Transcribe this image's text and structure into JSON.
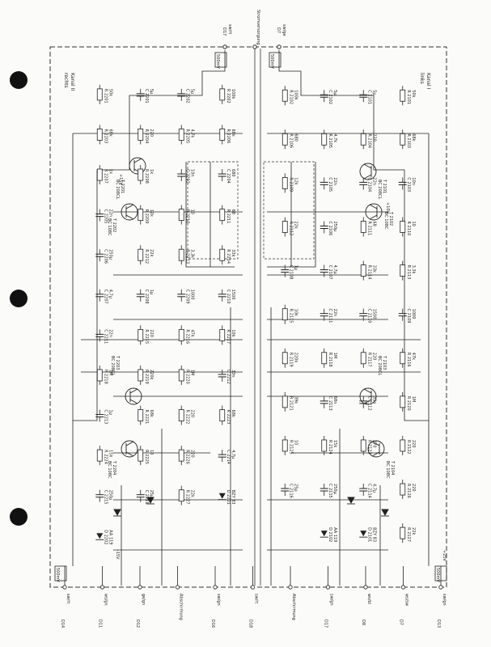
{
  "colors": {
    "ink": "#222222",
    "paper": "#fbfbf9",
    "hole": "#111111"
  },
  "channels": {
    "right": {
      "title": "Kanal II",
      "subtitle": "rechts"
    },
    "left": {
      "title": "Kanal I",
      "subtitle": "links"
    }
  },
  "top_terminals": [
    {
      "label": "sw/rt",
      "ref": "D17"
    },
    {
      "label": "Stromversorgung",
      "ref": ""
    },
    {
      "label": "sw/ge",
      "ref": "D7"
    }
  ],
  "bottom_terminals": [
    {
      "label": "sw/rt",
      "ref": "D14"
    },
    {
      "label": "ws/gn",
      "ref": "D11"
    },
    {
      "label": "ge/gn",
      "ref": "D12"
    },
    {
      "label": "Abschirmung",
      "ref": ""
    },
    {
      "label": "sw/gn",
      "ref": "D16"
    },
    {
      "label": "sw/rt",
      "ref": "D18"
    },
    {
      "label": "Abschirmung",
      "ref": ""
    },
    {
      "label": "sw/gn",
      "ref": "D17"
    },
    {
      "label": "ws/bl",
      "ref": "D8"
    },
    {
      "label": "ws/sw",
      "ref": "D7"
    },
    {
      "label": "sw/gn",
      "ref": "D13"
    }
  ],
  "supply": [
    "+25V",
    "+15V",
    "+10V",
    "-15V"
  ],
  "transistors": [
    {
      "ref": "T 2201",
      "type": "BC 208CL"
    },
    {
      "ref": "T 2202",
      "type": "BC 108C"
    },
    {
      "ref": "T 2203",
      "type": "BC 208CL"
    },
    {
      "ref": "T 2204",
      "type": "BC 108C"
    },
    {
      "ref": "T 2101",
      "type": "BC 208CL"
    },
    {
      "ref": "T 2102",
      "type": "BC 108C"
    },
    {
      "ref": "T 2103",
      "type": "BC 208CL"
    },
    {
      "ref": "T 2104",
      "type": "BC 108C"
    }
  ],
  "components": [
    {
      "ref": "R 2201",
      "value": "50k"
    },
    {
      "ref": "C 2201",
      "value": "5µ"
    },
    {
      "ref": "C 2202",
      "value": "5µ"
    },
    {
      "ref": "R 2202",
      "value": "100k"
    },
    {
      "ref": "R 2203",
      "value": "68k"
    },
    {
      "ref": "R 2204",
      "value": "220"
    },
    {
      "ref": "R 2205",
      "value": "4,7k"
    },
    {
      "ref": "R 2206",
      "value": "68k"
    },
    {
      "ref": "R 2207",
      "value": "1k"
    },
    {
      "ref": "R 2208",
      "value": "1k"
    },
    {
      "ref": "C 2203",
      "value": "10n"
    },
    {
      "ref": "C 2204",
      "value": "680"
    },
    {
      "ref": "C 2205",
      "value": "22n"
    },
    {
      "ref": "R 2209",
      "value": "12k"
    },
    {
      "ref": "R 2210",
      "value": "10"
    },
    {
      "ref": "R 2211",
      "value": "68"
    },
    {
      "ref": "C 2206",
      "value": "250µ"
    },
    {
      "ref": "R 2212",
      "value": "22k"
    },
    {
      "ref": "R 2213",
      "value": "3,3k"
    },
    {
      "ref": "R 2214",
      "value": "33k"
    },
    {
      "ref": "C 2207",
      "value": "4,7µ"
    },
    {
      "ref": "C 2208",
      "value": "1µ"
    },
    {
      "ref": "C 2209",
      "value": "1000"
    },
    {
      "ref": "C 2210",
      "value": "1500"
    },
    {
      "ref": "C 2211",
      "value": "22n"
    },
    {
      "ref": "R 2215",
      "value": "220"
    },
    {
      "ref": "R 2216",
      "value": "47k"
    },
    {
      "ref": "R 2217",
      "value": "10k"
    },
    {
      "ref": "R 2218",
      "value": "1M"
    },
    {
      "ref": "R 2219",
      "value": "220k"
    },
    {
      "ref": "R 2220",
      "value": "1M"
    },
    {
      "ref": "C 2212",
      "value": "33n"
    },
    {
      "ref": "C 2213",
      "value": "1µ"
    },
    {
      "ref": "R 2221",
      "value": "68k"
    },
    {
      "ref": "R 2222",
      "value": "220"
    },
    {
      "ref": "R 2223",
      "value": "68k"
    },
    {
      "ref": "R 2224",
      "value": "15k"
    },
    {
      "ref": "R 2225",
      "value": "10"
    },
    {
      "ref": "R 2226",
      "value": "220"
    },
    {
      "ref": "C 2214",
      "value": "4,7µ"
    },
    {
      "ref": "C 2215",
      "value": "250µ"
    },
    {
      "ref": "C 2216",
      "value": "25µ"
    },
    {
      "ref": "R 2227",
      "value": "22k"
    },
    {
      "ref": "D 2201",
      "value": "BZY 83"
    },
    {
      "ref": "D 2202",
      "value": "AA 119"
    },
    {
      "ref": "R 2101",
      "value": "50k"
    },
    {
      "ref": "C 2101",
      "value": "5µ"
    },
    {
      "ref": "C 2102",
      "value": "5µ"
    },
    {
      "ref": "R 2102",
      "value": "100k"
    },
    {
      "ref": "R 2103",
      "value": "68k"
    },
    {
      "ref": "R 2104",
      "value": "220"
    },
    {
      "ref": "R 2105",
      "value": "4,7k"
    },
    {
      "ref": "R 2106",
      "value": "680"
    },
    {
      "ref": "C 2103",
      "value": "10n"
    },
    {
      "ref": "C 2104",
      "value": "22n"
    },
    {
      "ref": "C 2105",
      "value": "22n"
    },
    {
      "ref": "R 2109",
      "value": "12k"
    },
    {
      "ref": "R 2110",
      "value": "10"
    },
    {
      "ref": "R 2111",
      "value": "68"
    },
    {
      "ref": "C 2106",
      "value": "250µ"
    },
    {
      "ref": "R 2112",
      "value": "22k"
    },
    {
      "ref": "R 2113",
      "value": "3,3k"
    },
    {
      "ref": "R 2114",
      "value": "33k"
    },
    {
      "ref": "C 2107",
      "value": "4,7µ"
    },
    {
      "ref": "C 2108",
      "value": "1µ"
    },
    {
      "ref": "C 2109",
      "value": "1000"
    },
    {
      "ref": "C 2110",
      "value": "1500"
    },
    {
      "ref": "C 2111",
      "value": "22n"
    },
    {
      "ref": "R 2115",
      "value": "10k"
    },
    {
      "ref": "R 2116",
      "value": "47k"
    },
    {
      "ref": "R 2117",
      "value": "220"
    },
    {
      "ref": "R 2118",
      "value": "1M"
    },
    {
      "ref": "R 2119",
      "value": "220k"
    },
    {
      "ref": "R 2120",
      "value": "1M"
    },
    {
      "ref": "C 2112",
      "value": "33n"
    },
    {
      "ref": "C 2113",
      "value": "68n"
    },
    {
      "ref": "R 2121",
      "value": "39k"
    },
    {
      "ref": "R 2122",
      "value": "220"
    },
    {
      "ref": "R 2123",
      "value": "270"
    },
    {
      "ref": "R 2124",
      "value": "15k"
    },
    {
      "ref": "R 2125",
      "value": "10"
    },
    {
      "ref": "R 2126",
      "value": "220"
    },
    {
      "ref": "C 2114",
      "value": "4,7µ"
    },
    {
      "ref": "C 2115",
      "value": "250µ"
    },
    {
      "ref": "C 2116",
      "value": "25µ"
    },
    {
      "ref": "R 2127",
      "value": "22k"
    },
    {
      "ref": "D 2101",
      "value": "BZY 83"
    },
    {
      "ref": "D 2102",
      "value": "AA 119"
    }
  ],
  "page_marks": [
    "50Hz",
    "5µs",
    "500mV"
  ]
}
